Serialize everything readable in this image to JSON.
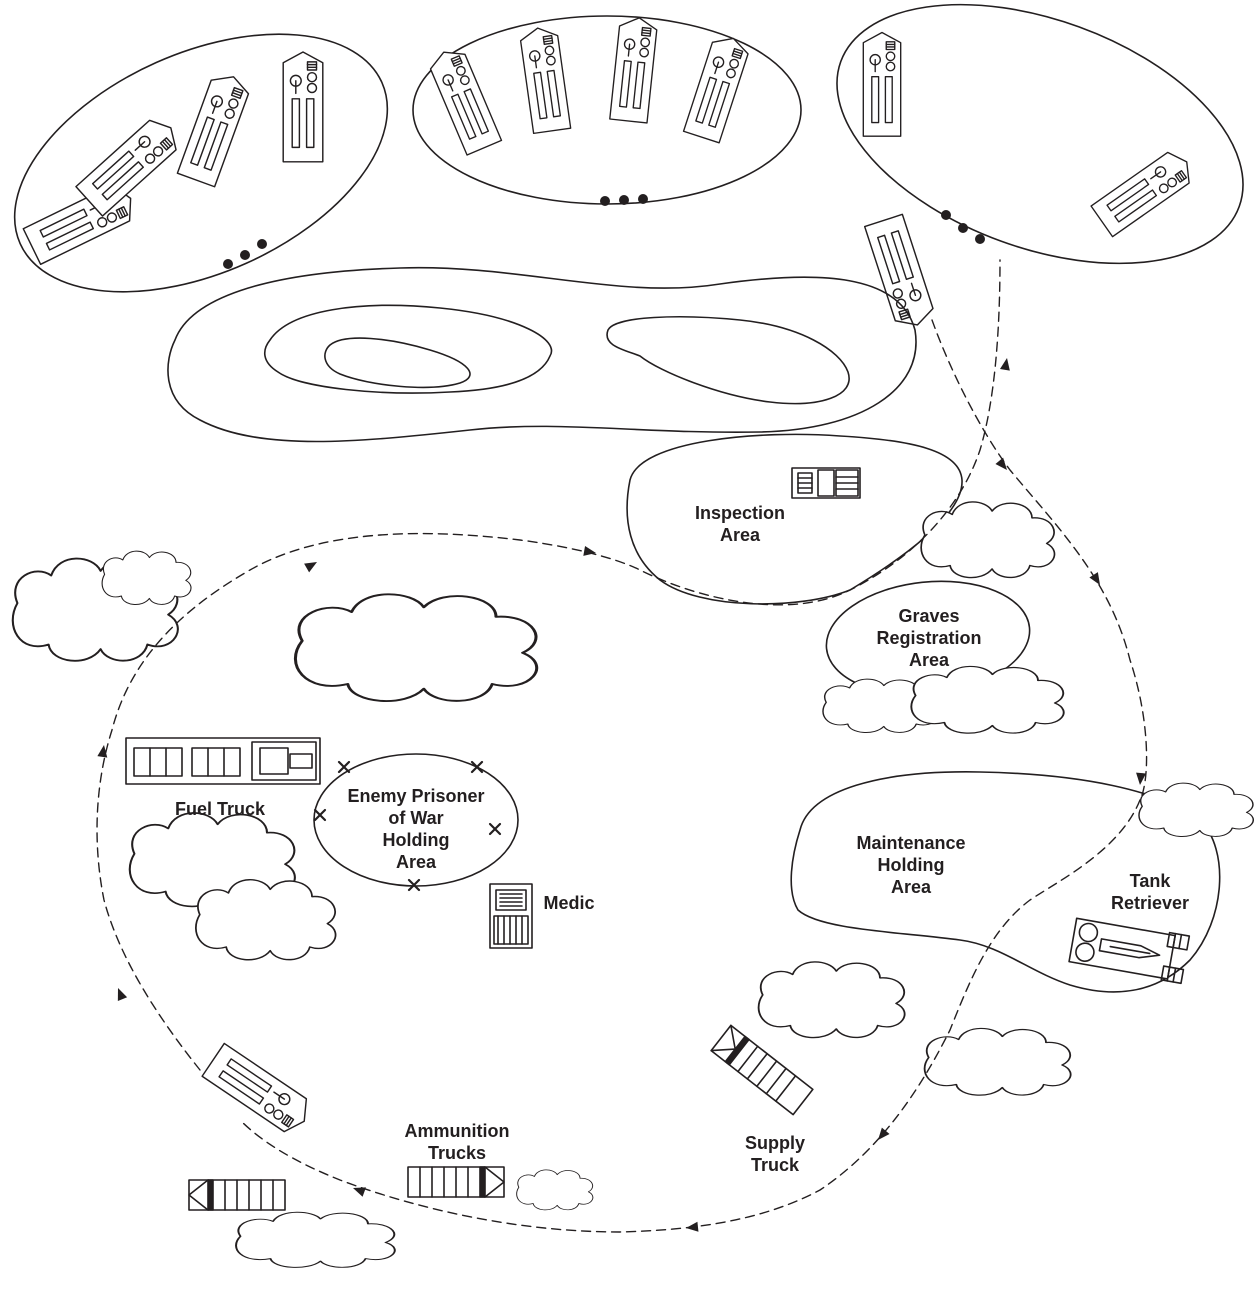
{
  "colors": {
    "ink": "#231f20",
    "paper": "#ffffff"
  },
  "labels": {
    "inspection": [
      "Inspection",
      "Area"
    ],
    "graves": [
      "Graves",
      "Registration",
      "Area"
    ],
    "maintenance": [
      "Maintenance",
      "Holding",
      "Area"
    ],
    "tank_retriever": [
      "Tank",
      "Retriever"
    ],
    "fuel_truck": "Fuel Truck",
    "epw": [
      "Enemy Prisoner",
      "of War",
      "Holding",
      "Area"
    ],
    "medic": "Medic",
    "ammunition": [
      "Ammunition",
      "Trucks"
    ],
    "supply": [
      "Supply",
      "Truck"
    ]
  }
}
